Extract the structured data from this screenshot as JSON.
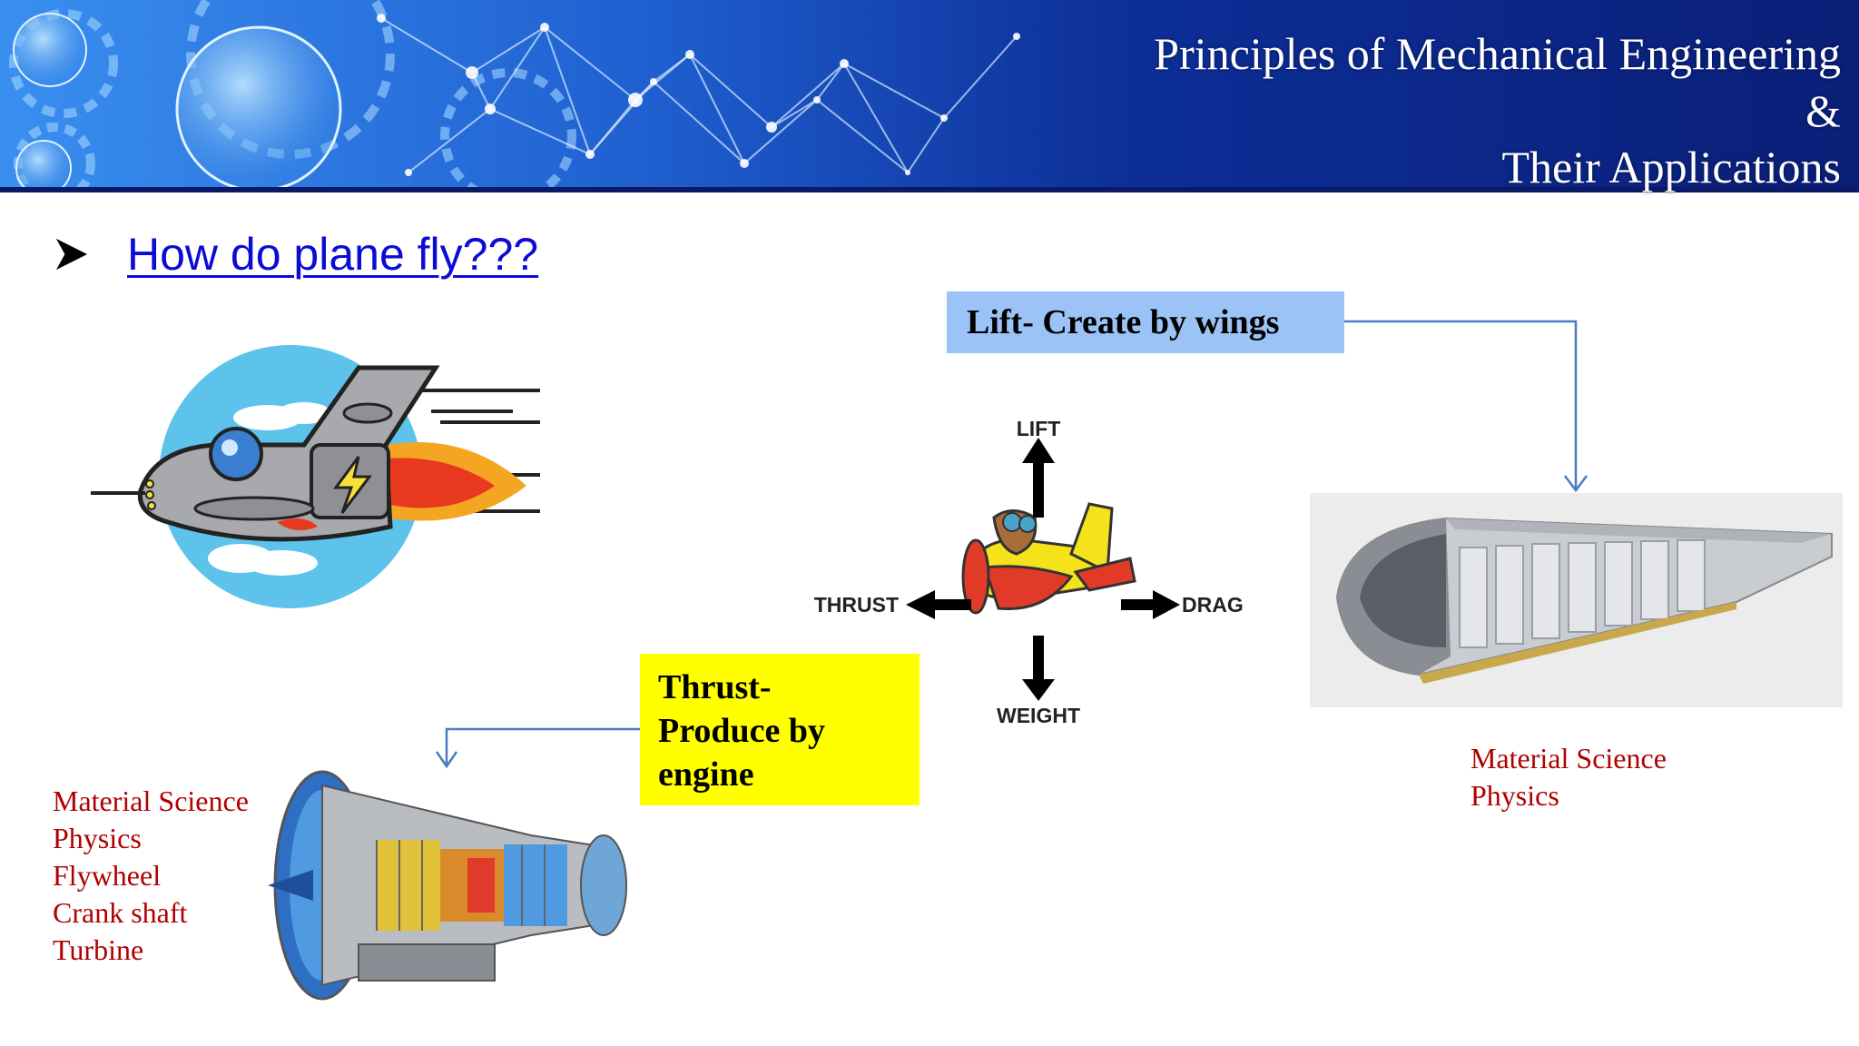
{
  "slide": {
    "title_lines": [
      "Principles of Mechanical Engineering",
      "&",
      "Their Applications"
    ],
    "heading": "How do plane fly???"
  },
  "forces_diagram": {
    "lift": "LIFT",
    "thrust": "THRUST",
    "drag": "DRAG",
    "weight": "WEIGHT"
  },
  "callouts": {
    "lift_box": "Lift- Create by wings",
    "thrust_box_lines": [
      "Thrust-",
      "Produce by",
      "engine"
    ]
  },
  "wing_topics": [
    "Material Science",
    "Physics"
  ],
  "engine_topics": [
    "Material Science",
    "Physics",
    "Flywheel",
    "Crank shaft",
    "Turbine"
  ],
  "colors": {
    "banner_dark": "#0a1f78",
    "banner_light": "#2f7be0",
    "lift_box": "#9cc3f5",
    "thrust_box": "#ffff00",
    "topic_text": "#b00000",
    "connector": "#4a7cc0",
    "link": "#0b0bd6"
  },
  "icons": [
    "bullet-arrow-icon",
    "rocket-plane-icon",
    "cartoon-plane-icon",
    "wing-cutaway-icon",
    "jet-engine-icon"
  ]
}
